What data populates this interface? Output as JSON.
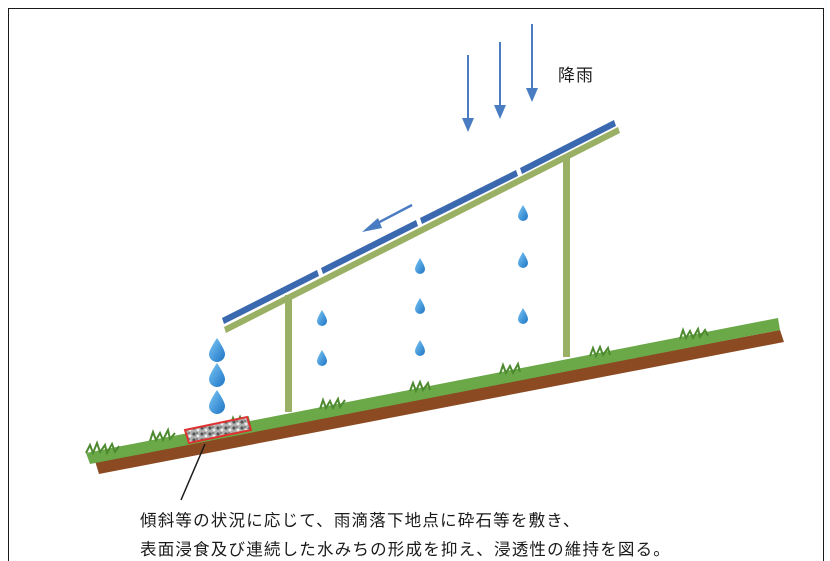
{
  "rain_label": "降雨",
  "caption": {
    "line1": "傾斜等の状況に応じて、雨滴落下地点に砕石等を敷き、",
    "line2": "表面浸食及び連続した水みちの形成を抑え、浸透性の維持を図る。"
  },
  "colors": {
    "panel": "#3a69b0",
    "frame": "#9ab064",
    "soil": "#8b4a22",
    "grass": "#5c9a3c",
    "arrow": "#4a7cc2",
    "water_drop": "#2f8fd8",
    "gravel_outline": "#e03030"
  },
  "icons": [
    "rain-arrow-icon",
    "flow-arrow-icon",
    "water-drop-icon",
    "gravel-icon"
  ]
}
